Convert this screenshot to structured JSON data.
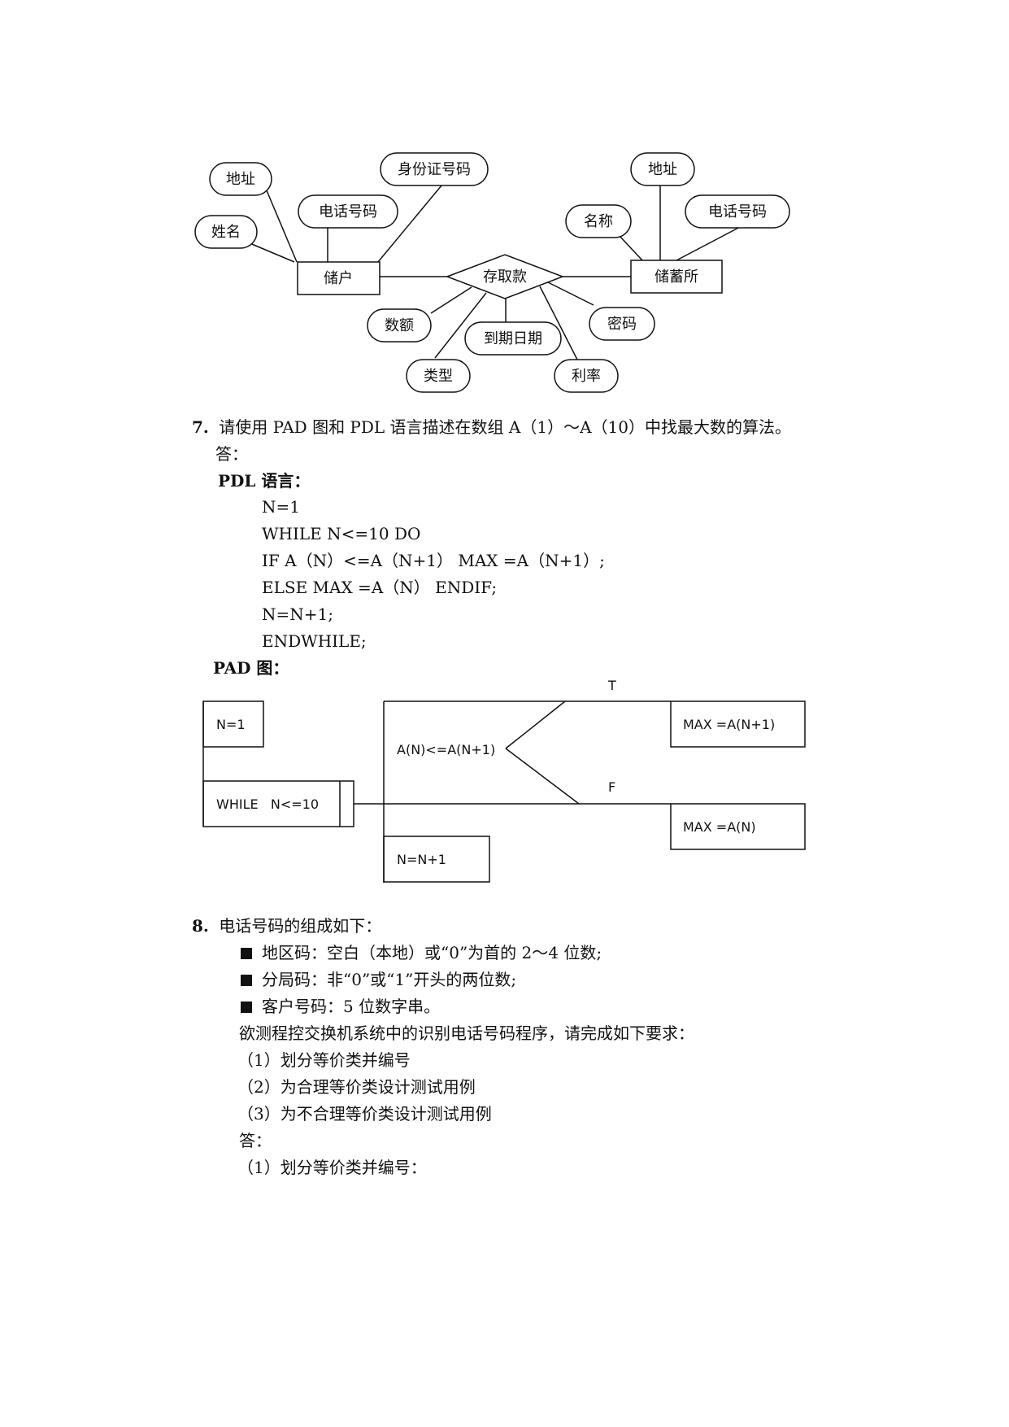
{
  "er_diagram": {
    "entity_customer": "储户",
    "entity_bank": "储蓄所",
    "relationship": "存取款",
    "customer_attrs": [
      "地址",
      "姓名",
      "电话号码",
      "身份证号码"
    ],
    "bank_attrs": [
      "地址",
      "名称",
      "电话号码"
    ],
    "relationship_attrs": [
      "数额",
      "类型",
      "到期日期",
      "利率",
      "密码"
    ]
  },
  "q7": {
    "number": "7.",
    "question": "请使用 PAD 图和 PDL 语言描述在数组 A（1）～A（10）中找最大数的算法。",
    "answer_label": "答：",
    "pdl_heading": "PDL 语言：",
    "pdl_lines": [
      "N=1",
      "WHILE N<=10 DO",
      "IF A（N）<=A（N+1）  MAX =A（N+1）;",
      "ELSE MAX =A（N）  ENDIF;",
      "N=N+1;",
      "ENDWHILE;"
    ],
    "pad_heading": "PAD 图："
  },
  "pad": {
    "init": "N=1",
    "loop": "WHILE   N<=10",
    "condition": "A(N)<=A(N+1)",
    "true_label": "T",
    "false_label": "F",
    "true_action": "MAX =A(N+1)",
    "false_action": "MAX =A(N)",
    "increment": "N=N+1"
  },
  "q8": {
    "number": "8.",
    "intro": "电话号码的组成如下：",
    "bullets": [
      "地区码：空白（本地）或“0”为首的 2～4 位数;",
      "分局码：非“0”或“1”开头的两位数;",
      "客户号码：5 位数字串。"
    ],
    "task": "欲测程控交换机系统中的识别电话号码程序，请完成如下要求：",
    "items": [
      "（1）划分等价类并编号",
      "（2）为合理等价类设计测试用例",
      "（3）为不合理等价类设计测试用例"
    ],
    "answer_label": "答：",
    "answer_first": "（1）划分等价类并编号："
  }
}
